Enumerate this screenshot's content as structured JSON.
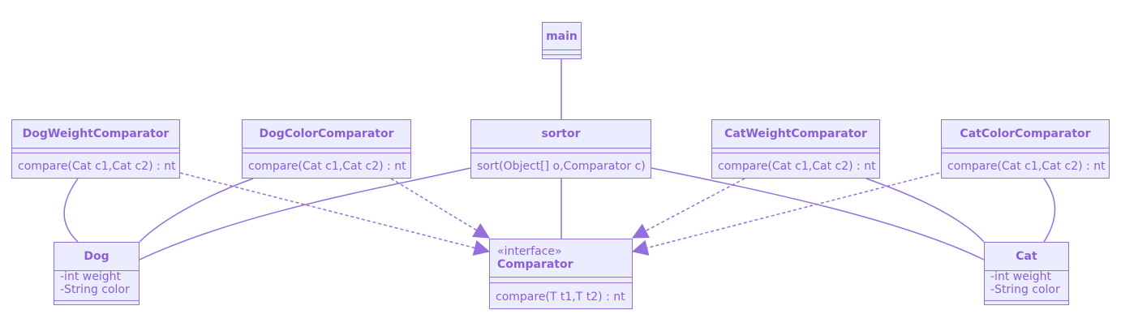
{
  "colors": {
    "fill": "#ececff",
    "stroke": "#9370db",
    "text": "#8a5fd6"
  },
  "classes": {
    "main": {
      "name": "main",
      "attributes": [],
      "methods": []
    },
    "sortor": {
      "name": "sortor",
      "attributes": [],
      "methods": [
        "sort(Object[] o,Comparator c)"
      ]
    },
    "dogWeightComparator": {
      "name": "DogWeightComparator",
      "attributes": [],
      "methods": [
        "compare(Cat c1,Cat c2) : nt"
      ]
    },
    "dogColorComparator": {
      "name": "DogColorComparator",
      "attributes": [],
      "methods": [
        "compare(Cat c1,Cat c2) : nt"
      ]
    },
    "catWeightComparator": {
      "name": "CatWeightComparator",
      "attributes": [],
      "methods": [
        "compare(Cat c1,Cat c2) : nt"
      ]
    },
    "catColorComparator": {
      "name": "CatColorComparator",
      "attributes": [],
      "methods": [
        "compare(Cat c1,Cat c2) : nt"
      ]
    },
    "dog": {
      "name": "Dog",
      "attributes": [
        "-int weight",
        "-String color"
      ],
      "methods": []
    },
    "cat": {
      "name": "Cat",
      "attributes": [
        "-int weight",
        "-String color"
      ],
      "methods": []
    },
    "comparator": {
      "stereotype": "«interface»",
      "name": "Comparator",
      "attributes": [],
      "methods": [
        "compare(T t1,T t2) : nt"
      ]
    }
  },
  "relations": [
    {
      "from": "main",
      "to": "sortor",
      "type": "association"
    },
    {
      "from": "sortor",
      "to": "comparator",
      "type": "association"
    },
    {
      "from": "sortor",
      "to": "dog",
      "type": "association"
    },
    {
      "from": "sortor",
      "to": "cat",
      "type": "association"
    },
    {
      "from": "dogWeightComparator",
      "to": "dog",
      "type": "association"
    },
    {
      "from": "dogColorComparator",
      "to": "dog",
      "type": "association"
    },
    {
      "from": "catWeightComparator",
      "to": "cat",
      "type": "association"
    },
    {
      "from": "catColorComparator",
      "to": "cat",
      "type": "association"
    },
    {
      "from": "dogWeightComparator",
      "to": "comparator",
      "type": "realization"
    },
    {
      "from": "dogColorComparator",
      "to": "comparator",
      "type": "realization"
    },
    {
      "from": "catWeightComparator",
      "to": "comparator",
      "type": "realization"
    },
    {
      "from": "catColorComparator",
      "to": "comparator",
      "type": "realization"
    }
  ]
}
